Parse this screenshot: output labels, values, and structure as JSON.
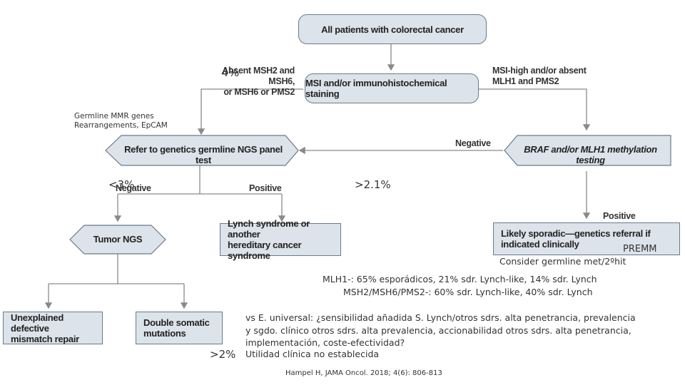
{
  "flow": {
    "start": "All patients with colorectal cancer",
    "staining": "MSI and/or immunohistochemical staining",
    "left_branch": "Absent MSH2 and MSH6,\nor MSH6 or PMS2",
    "right_branch": "MSI-high and/or absent\nMLH1 and PMS2",
    "germline_test": "Refer to genetics germline NGS panel test",
    "braf_test": "BRAF and/or MLH1 methylation testing",
    "negative_braf": "Negative",
    "negative_germline": "Negative",
    "positive_germline": "Positive",
    "positive_braf": "Positive",
    "tumor_ngs": "Tumor NGS",
    "lynch": "Lynch syndrome or another\nhereditary cancer syndrome",
    "sporadic": "Likely sporadic—genetics referral if\nindicated clinically",
    "unexplained": "Unexplained defective\nmismatch repair",
    "double_somatic": "Double somatic\nmutations"
  },
  "annotations": {
    "pct_4": "4%",
    "germline_genes": "Germline MMR genes\nRearrangements, EpCAM",
    "pct_lt3": "<3%",
    "pct_gt21": ">2.1%",
    "premm": "PREMM",
    "consider": "Consider germline met/2ºhit",
    "mlh1": "MLH1-: 65% esporádicos, 21% sdr. Lynch-like, 14% sdr. Lynch",
    "msh2": "MSH2/MSH6/PMS2-: 60% sdr. Lynch-like, 40% sdr. Lynch",
    "universal": "vs E. universal: ¿sensibilidad añadida S. Lynch/otros sdrs. alta penetrancia, prevalencia\ny sgdo. clínico otros sdrs. alta prevalencia, accionabilidad otros sdrs. alta penetrancia,\nimplementación, coste-efectividad?",
    "utilidad": "Utilidad clínica no establecida",
    "pct_gt2": ">2%",
    "citation": "Hampel H, JAMA Oncol. 2018; 4(6): 806-813"
  },
  "colors": {
    "box_fill": "#dce3ea",
    "box_border": "#6b7a89",
    "arrow": "#8a8a8a"
  }
}
